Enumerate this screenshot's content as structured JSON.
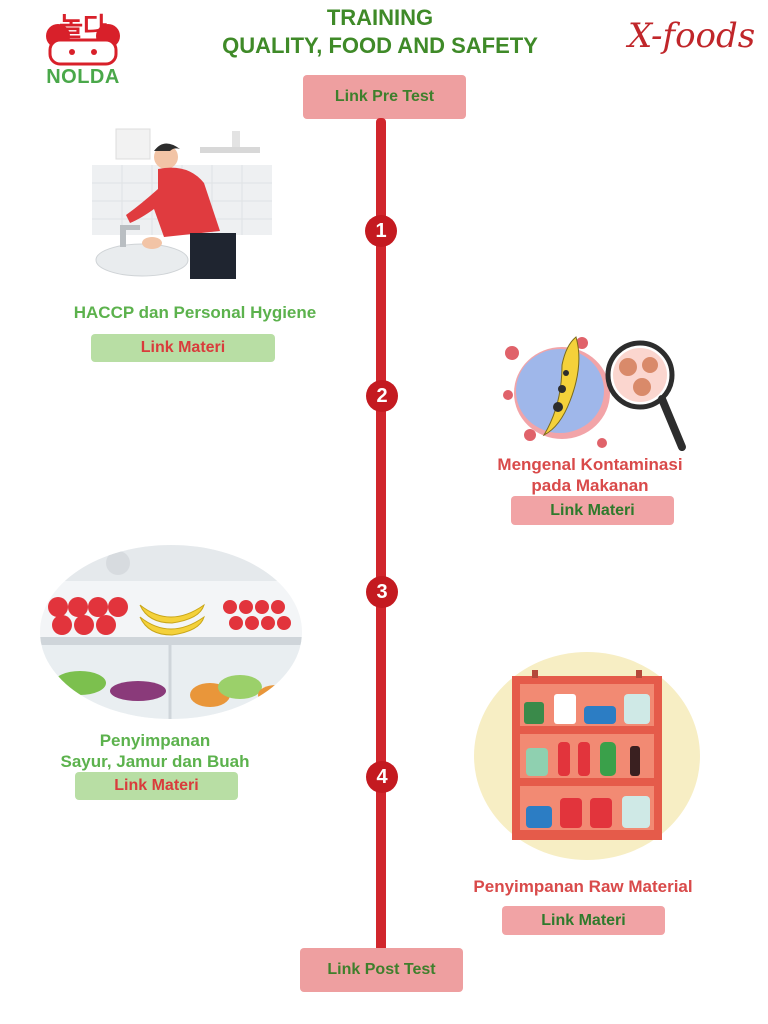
{
  "header": {
    "logo_text": "NOLDA",
    "title_line1": "TRAINING",
    "title_line2": "QUALITY, FOOD AND SAFETY",
    "brand": "X-foods"
  },
  "buttons": {
    "pre_test": "Link Pre Test",
    "post_test": "Link Post Test"
  },
  "modules": [
    {
      "number": "1",
      "title": "HACCP dan Personal Hygiene",
      "link": "Link Materi"
    },
    {
      "number": "2",
      "title_line1": "Mengenal Kontaminasi",
      "title_line2": "pada Makanan",
      "link": "Link Materi"
    },
    {
      "number": "3",
      "title_line1": "Penyimpanan",
      "title_line2": "Sayur, Jamur dan Buah",
      "link": "Link Materi"
    },
    {
      "number": "4",
      "title": "Penyimpanan Raw Material",
      "link": "Link Materi"
    }
  ],
  "colors": {
    "timeline": "#d1262c",
    "title_green": "#3f8a28",
    "accent_pink": "#ee9fa0",
    "accent_green": "#b8dea4"
  }
}
